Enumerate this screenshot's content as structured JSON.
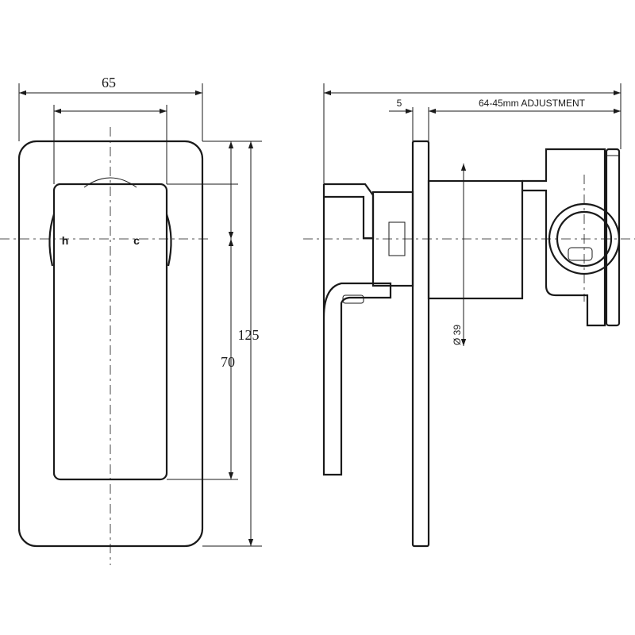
{
  "front_view": {
    "width_label": "65",
    "height_label": "125",
    "inner_height_label": "70",
    "hot_label": "h",
    "cold_label": "c"
  },
  "side_view": {
    "plate_thickness_label": "5",
    "adjustment_label": "64-45mm ADJUSTMENT",
    "diameter_label": "Ø 39"
  }
}
